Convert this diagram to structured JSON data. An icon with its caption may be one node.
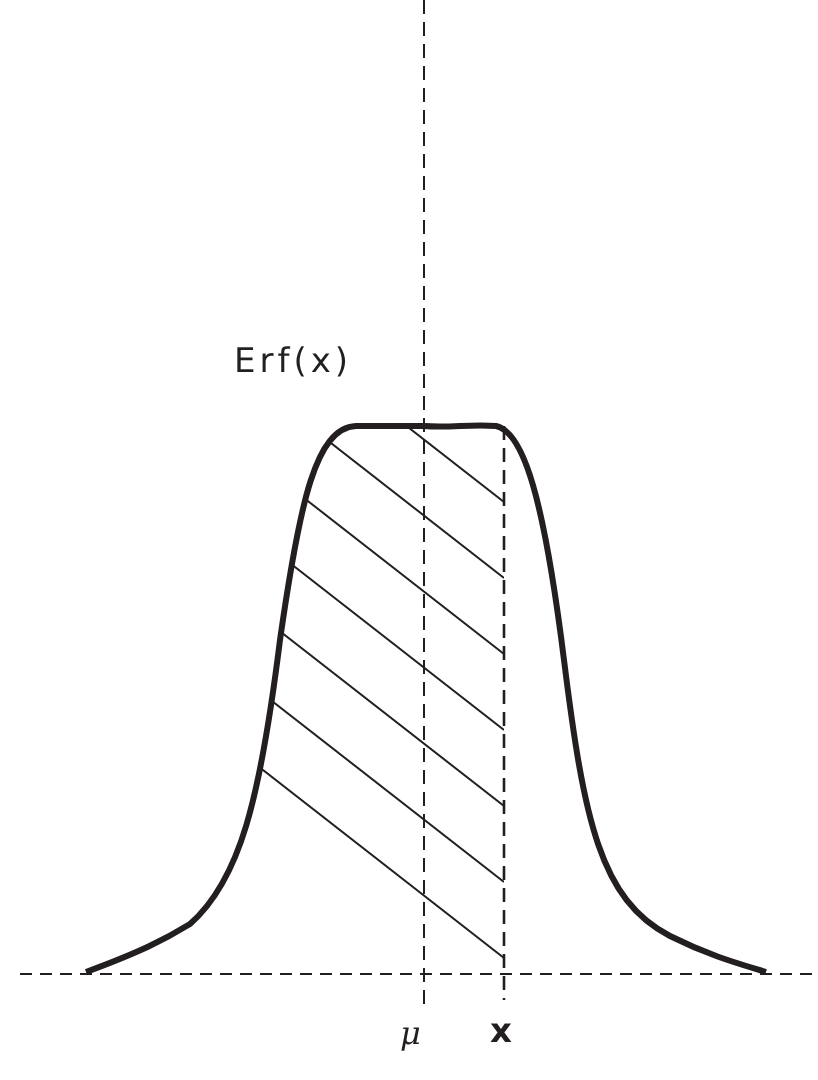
{
  "diagram": {
    "labels": [
      "Erf(x)",
      "μ",
      "x"
    ]
  }
}
